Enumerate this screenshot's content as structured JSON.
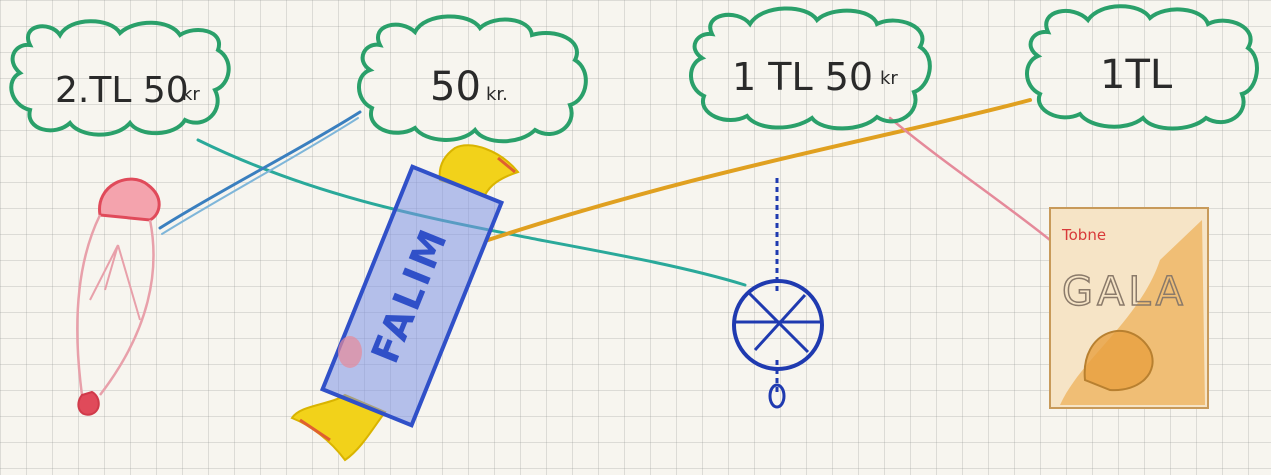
{
  "clouds": [
    {
      "id": "cloud-1",
      "label": "2.TL 50",
      "suffix": "kr"
    },
    {
      "id": "cloud-2",
      "label": "50",
      "suffix": "kr."
    },
    {
      "id": "cloud-3",
      "label": "1 TL 50",
      "suffix": "kr"
    },
    {
      "id": "cloud-4",
      "label": "1TL",
      "suffix": ""
    }
  ],
  "items": {
    "candy_label": "FALIM",
    "biscuit_brand": "Tobne",
    "biscuit_name": "GALA"
  },
  "colors": {
    "cloud_outline": "#2aa06a",
    "line_teal": "#2aa99a",
    "line_blue": "#3a7fbf",
    "line_orange": "#e0a020",
    "line_pink": "#e58a9a",
    "balloon_red": "#e04a5a",
    "candy_blue": "#3050c8",
    "candy_yellow": "#f2d21a",
    "chain_blue": "#1f3ab0",
    "box_orange": "#e7a44a"
  }
}
